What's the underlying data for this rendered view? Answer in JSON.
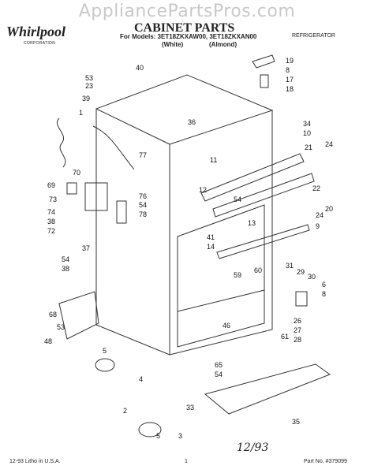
{
  "watermark": "AppliancePartsPros.com",
  "brand": {
    "name": "Whirlpool",
    "sub": "CORPORATION"
  },
  "title": "CABINET PARTS",
  "models": "For Models: 3ET18ZKXAW00, 3ET18ZKXAN00",
  "variants": [
    "(White)",
    "(Almond)"
  ],
  "category": "REFRIGERATOR",
  "footer": {
    "left": "12-93 Litho in U.S.A.",
    "center": "1",
    "right": "Part No. #379099"
  },
  "handwritten": "12/93",
  "callouts": [
    {
      "id": "c40",
      "text": "40"
    },
    {
      "id": "c53a",
      "text": "53"
    },
    {
      "id": "c23",
      "text": "23"
    },
    {
      "id": "c39",
      "text": "39"
    },
    {
      "id": "c19",
      "text": "19"
    },
    {
      "id": "c8a",
      "text": "8"
    },
    {
      "id": "c17",
      "text": "17"
    },
    {
      "id": "c18",
      "text": "18"
    },
    {
      "id": "c1",
      "text": "1"
    },
    {
      "id": "c36",
      "text": "36"
    },
    {
      "id": "c34",
      "text": "34"
    },
    {
      "id": "c10",
      "text": "10"
    },
    {
      "id": "c77",
      "text": "77"
    },
    {
      "id": "c21",
      "text": "21"
    },
    {
      "id": "c24a",
      "text": "24"
    },
    {
      "id": "c11",
      "text": "11"
    },
    {
      "id": "c70",
      "text": "70"
    },
    {
      "id": "c69",
      "text": "69"
    },
    {
      "id": "c12",
      "text": "12"
    },
    {
      "id": "c22",
      "text": "22"
    },
    {
      "id": "c76",
      "text": "76"
    },
    {
      "id": "c54a",
      "text": "54"
    },
    {
      "id": "c73",
      "text": "73"
    },
    {
      "id": "c78",
      "text": "78"
    },
    {
      "id": "c54b",
      "text": "54"
    },
    {
      "id": "c20",
      "text": "20"
    },
    {
      "id": "c24b",
      "text": "24"
    },
    {
      "id": "c74",
      "text": "74"
    },
    {
      "id": "c38a",
      "text": "38"
    },
    {
      "id": "c13",
      "text": "13"
    },
    {
      "id": "c72",
      "text": "72"
    },
    {
      "id": "c9",
      "text": "9"
    },
    {
      "id": "c41",
      "text": "41"
    },
    {
      "id": "c37",
      "text": "37"
    },
    {
      "id": "c14",
      "text": "14"
    },
    {
      "id": "c54c",
      "text": "54"
    },
    {
      "id": "c38b",
      "text": "38"
    },
    {
      "id": "c59",
      "text": "59"
    },
    {
      "id": "c60",
      "text": "60"
    },
    {
      "id": "c31",
      "text": "31"
    },
    {
      "id": "c29",
      "text": "29"
    },
    {
      "id": "c30",
      "text": "30"
    },
    {
      "id": "c6",
      "text": "6"
    },
    {
      "id": "c8b",
      "text": "8"
    },
    {
      "id": "c68",
      "text": "68"
    },
    {
      "id": "c53b",
      "text": "53"
    },
    {
      "id": "c46",
      "text": "46"
    },
    {
      "id": "c26",
      "text": "26"
    },
    {
      "id": "c27",
      "text": "27"
    },
    {
      "id": "c28",
      "text": "28"
    },
    {
      "id": "c61",
      "text": "61"
    },
    {
      "id": "c48",
      "text": "48"
    },
    {
      "id": "c5a",
      "text": "5"
    },
    {
      "id": "c4",
      "text": "4"
    },
    {
      "id": "c65",
      "text": "65"
    },
    {
      "id": "c54d",
      "text": "54"
    },
    {
      "id": "c2",
      "text": "2"
    },
    {
      "id": "c33",
      "text": "33"
    },
    {
      "id": "c5b",
      "text": "5"
    },
    {
      "id": "c3",
      "text": "3"
    },
    {
      "id": "c35",
      "text": "35"
    }
  ]
}
